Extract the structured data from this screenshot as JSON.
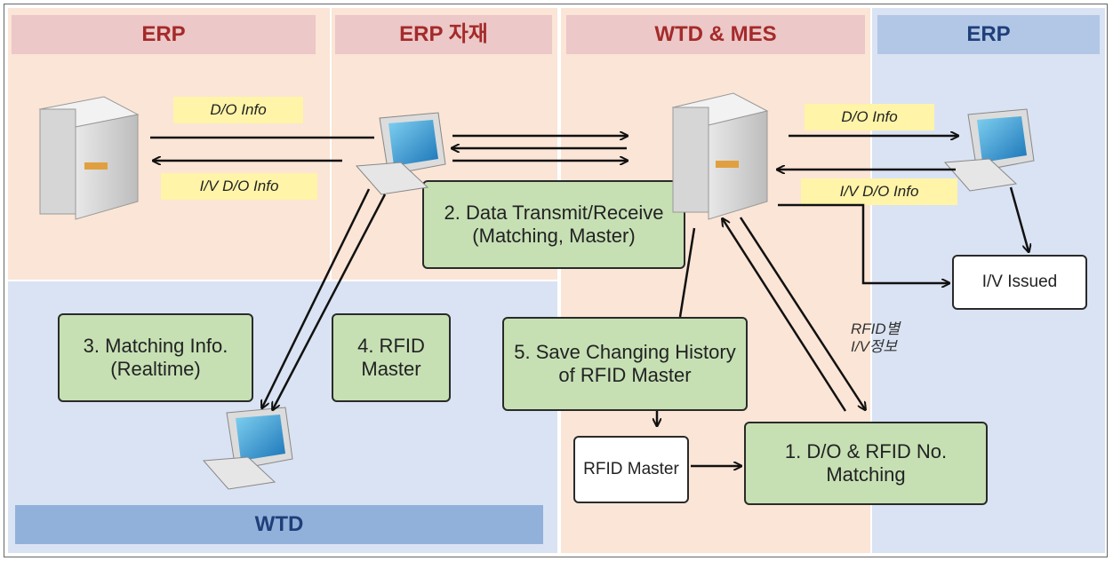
{
  "headers": {
    "erp_left": "ERP",
    "erp_material": "ERP 자재",
    "wtd_mes": "WTD & MES",
    "erp_right": "ERP",
    "wtd_bottom": "WTD"
  },
  "notes": {
    "do_info_left": "D/O Info",
    "iv_do_info_left": "I/V D/O Info",
    "do_info_right": "D/O Info",
    "iv_do_info_right": "I/V D/O Info"
  },
  "boxes": {
    "data_transmit": "2. Data Transmit/Receive (Matching, Master)",
    "matching_info": "3. Matching Info. (Realtime)",
    "rfid_master_4": "4. RFID Master",
    "save_history": "5. Save Changing History of RFID Master",
    "do_rfid_matching": "1. D/O & RFID No. Matching",
    "rfid_master": "RFID Master",
    "iv_issued": "I/V Issued"
  },
  "labels": {
    "rfid_iv_info": "RFID별 I/V정보"
  },
  "icons": [
    "server-icon",
    "computer-icon"
  ],
  "colors": {
    "zone_pink": "#fbe5d6",
    "zone_blue": "#dae3f3",
    "box_green": "#c6e0b4",
    "note_yellow": "#fff4a8"
  }
}
